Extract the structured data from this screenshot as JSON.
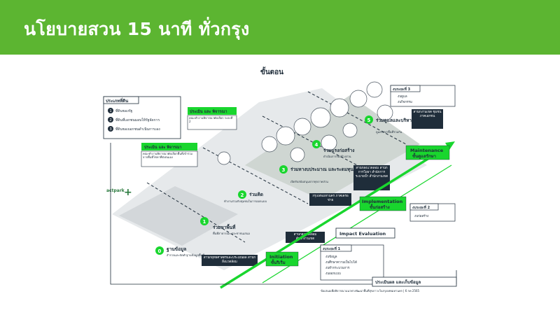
{
  "slide": {
    "title": "นโยบายสวน 15 นาที ทั่วกรุง",
    "colors": {
      "header": "#5cb531",
      "accent_green": "#19d62e",
      "dark_box": "#1f2d3a",
      "mid_box": "#2f3e4c",
      "ground": "#e4e7e9"
    }
  },
  "diagram": {
    "heading": "ขั้นตอน",
    "land_types": {
      "title": "ประเภทที่ดิน",
      "items": [
        {
          "num": "1",
          "text": "ที่ดินของรัฐ"
        },
        {
          "num": "2",
          "text": "ที่ดินที่เอกชนมอบให้รัฐจัดการ"
        },
        {
          "num": "3",
          "text": "ที่ดินของเอกชนดำเนินการเอง"
        }
      ]
    },
    "review_label_1": "ประเมิน และ พิจารณา",
    "review_text_1": "คณะทำงานพิจารณาคัดเลือกพื้นที่เข้าร่วม จากพื้นที่โซหาที่ดังตนเอง",
    "review_label_2": "ประเมิน และ พิจารณา",
    "review_text_2": "คณะทำงานพิจารณาคัดเลือก ระยะที่ 2",
    "logo_text": "actpark",
    "steps": [
      {
        "num": "0",
        "title": "ฐานข้อมูล",
        "sub": "สำรวจและจัดทำฐานข้อมูลพื้นที่"
      },
      {
        "num": "1",
        "title": "ร่วมหาพื้นที่",
        "sub": "พื้นที่สาธารณะ ประชาชนเสนอ"
      },
      {
        "num": "2",
        "title": "ร่วมคิด",
        "sub": "ทำงานร่วมกับชุมชนในการออกแบบ"
      },
      {
        "num": "3",
        "title": "ร่วมหางบประมาณ และระดมทุน",
        "sub": "เปิดรับสนับสนุนจากทุกภาคส่วน"
      },
      {
        "num": "4",
        "title": "ร่วมแรงก่อสร้าง",
        "sub": "ดำเนินการก่อสร้างสวน"
      },
      {
        "num": "5",
        "title": "ร่วมดูแลและบริหารจัดการ",
        "sub": "ดูแลรักษาพื้นที่ร่วมกัน"
      }
    ],
    "dark_boxes": [
      "สำนักงานเขต ชุมชน ภาคเอกชน",
      "สำนักสิ่งแวดล้อม สำนักการโยธา สำนักการระบายน้ำ สำนักงานเขต",
      "กรุงเทพมหานคร ภาคีเครือข่าย",
      "สำนักสิ่งแวดล้อม สำนักงานเขต",
      "สำนักยุทธศาสตร์และประเมินผล สำนักสิ่งแวดล้อม"
    ],
    "phase_maintenance": "Maintenance",
    "phase_maintenance_th": "ขั้นดูแลรักษา",
    "phase_implementation": "Implementation",
    "phase_implementation_th": "ขั้นก่อสร้าง",
    "phase_initiation": "Initiation",
    "phase_initiation_th": "ขั้นริเริ่ม",
    "impact_label": "Impact Evaluation",
    "budget_3": {
      "title": "งบระยะที่ 3",
      "items": [
        "งบดูแล",
        "งบกิจกรรม"
      ]
    },
    "budget_2": {
      "title": "งบระยะที่ 2",
      "items": [
        "งบก่อสร้าง"
      ]
    },
    "budget_1": {
      "title": "งบระยะที่ 1",
      "items": [
        "งบข้อมูล",
        "งบศึกษาความเป็นไปได้",
        "งบทำกระบวนการ",
        "งบออกแบบ"
      ]
    },
    "evaluation_label": "ประเมินผล และเก็บข้อมูล",
    "footer_note": "ข้อเสนอเพื่อพิจารณาแนวทางพัฒนาพื้นที่สุขภาวะในกรุงเทพมหานคร | 6 กค 2565"
  }
}
